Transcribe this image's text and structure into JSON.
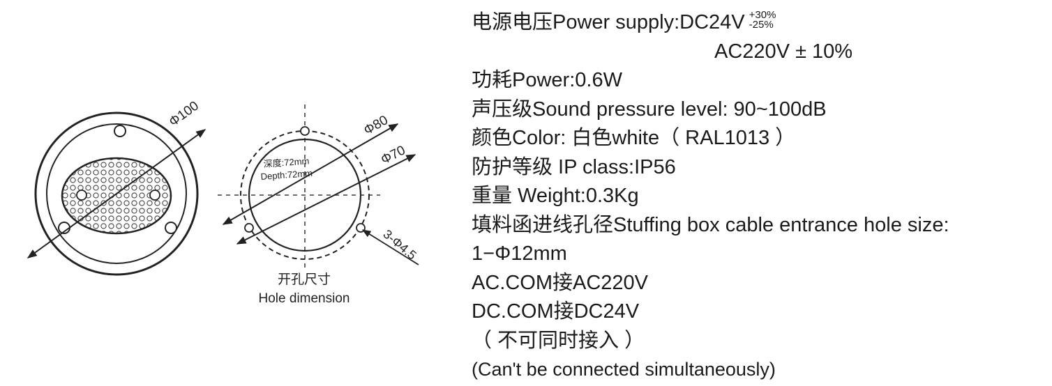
{
  "diagram": {
    "outer_diameter": "Φ100",
    "cutout_diameter": "Φ80",
    "inner_diameter": "Φ70",
    "screw_holes": "3-Φ4.5",
    "depth_cn": "深度:72mm",
    "depth_en": "Depth:72mm",
    "hole_caption_cn": "开孔尺寸",
    "hole_caption_en": "Hole dimension"
  },
  "specs": {
    "power_supply_label": "电源电压Power supply:DC24V",
    "dc_tolerance_plus": "+30%",
    "dc_tolerance_minus": "-25%",
    "power_supply_ac": "AC220V ± 10%",
    "power": "功耗Power:0.6W",
    "sound_pressure": "声压级Sound pressure level: 90~100dB",
    "color": "颜色Color: 白色white（ RAL1013 ）",
    "ip_class": "防护等级 IP class:IP56",
    "weight": "重量 Weight:0.3Kg",
    "stuffing_box": "填料函进线孔径Stuffing box cable entrance hole size:",
    "stuffing_box_size": "1−Φ12mm",
    "ac_com": "AC.COM接AC220V",
    "dc_com": "DC.COM接DC24V",
    "note_cn": "（ 不可同时接入 ）",
    "note_en": "(Can't be connected simultaneously)"
  }
}
